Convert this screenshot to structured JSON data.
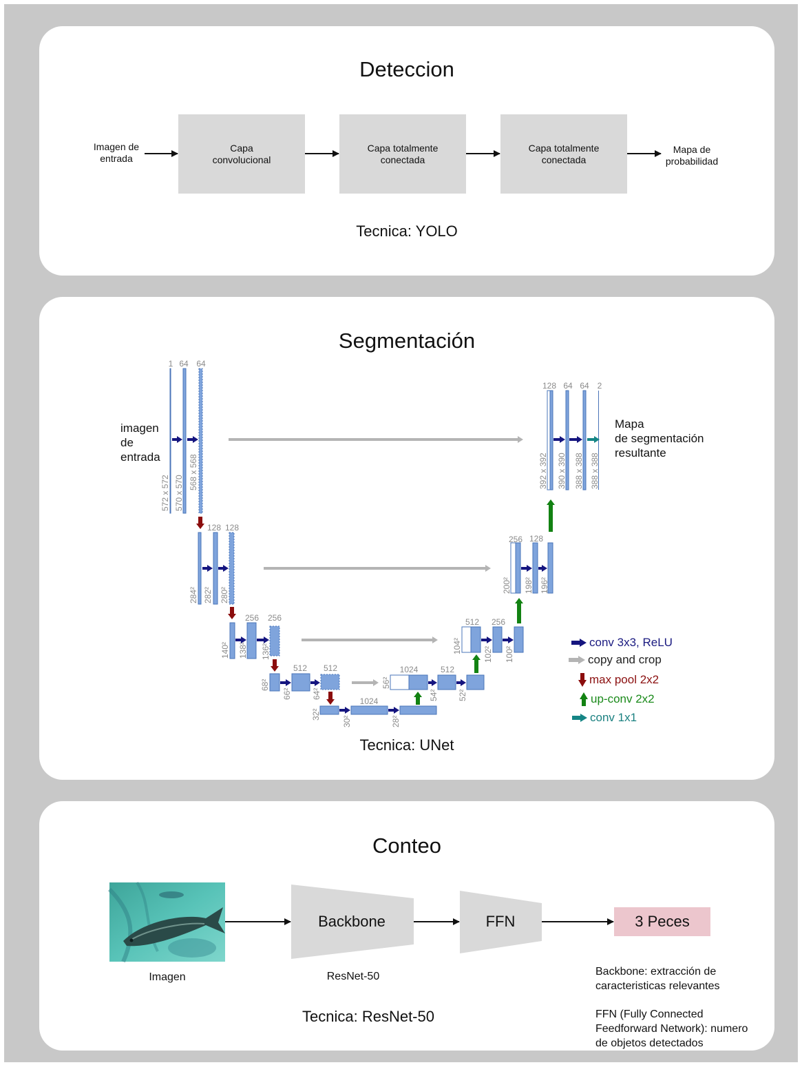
{
  "detection": {
    "title": "Deteccion",
    "input_label": "Imagen de\nentrada",
    "boxes": [
      "Capa\nconvolucional",
      "Capa totalmente\nconectada",
      "Capa totalmente\nconectada"
    ],
    "output_label": "Mapa de\nprobabilidad",
    "technique": "Tecnica: YOLO"
  },
  "segmentation": {
    "title": "Segmentación",
    "input_label": "imagen\nde\nentrada",
    "output_label": "Mapa\nde segmentación\nresultante",
    "technique": "Tecnica: UNet",
    "channels": {
      "l1": [
        "1",
        "64",
        "64"
      ],
      "l2": [
        "128",
        "128"
      ],
      "l3": [
        "256",
        "256"
      ],
      "l4": [
        "512",
        "512"
      ],
      "l5": [
        "1024"
      ],
      "u4": [
        "1024",
        "512"
      ],
      "u3": [
        "512",
        "256"
      ],
      "u2": [
        "256",
        "128"
      ],
      "u1": [
        "128",
        "64",
        "64",
        "2"
      ]
    },
    "sizes": {
      "l1": [
        "572 x 572",
        "570 x 570",
        "568 x 568"
      ],
      "l2": [
        "284²",
        "282²",
        "280²"
      ],
      "l3": [
        "140²",
        "138²",
        "136²"
      ],
      "l4": [
        "68²",
        "66²",
        "64²"
      ],
      "l5": [
        "32²",
        "30²",
        "28²"
      ],
      "u4": [
        "56²",
        "54²",
        "52²"
      ],
      "u3": [
        "104²",
        "102²",
        "100²"
      ],
      "u2": [
        "200²",
        "198²",
        "196²"
      ],
      "u1": [
        "392 x 392",
        "390 x 390",
        "388 x 388",
        "388 x 388"
      ]
    },
    "legend": [
      {
        "label": "conv 3x3, ReLU",
        "color": "#1a1a80"
      },
      {
        "label": "copy and crop",
        "color": "#222222"
      },
      {
        "label": "max pool 2x2",
        "color": "#8b1010"
      },
      {
        "label": "up-conv 2x2",
        "color": "#1a8a1a"
      },
      {
        "label": "conv 1x1",
        "color": "#1a8080"
      }
    ],
    "colors": {
      "block": "#7fa4dc",
      "block_edge": "#4a74b8",
      "conv_arrow": "#15157f",
      "copy_arrow": "#b4b4b4",
      "pool_arrow": "#8b0d0d",
      "up_arrow": "#128212",
      "conv1x1_arrow": "#158585"
    }
  },
  "counting": {
    "title": "Conteo",
    "image_caption": "Imagen",
    "backbone_label": "Backbone",
    "backbone_caption": "ResNet-50",
    "ffn_label": "FFN",
    "result": "3 Peces",
    "technique": "Tecnica: ResNet-50",
    "note_backbone": "Backbone: extracción de\ncaracteristicas relevantes",
    "note_ffn": "FFN (Fully Connected\nFeedforward Network): numero\nde objetos detectados"
  }
}
